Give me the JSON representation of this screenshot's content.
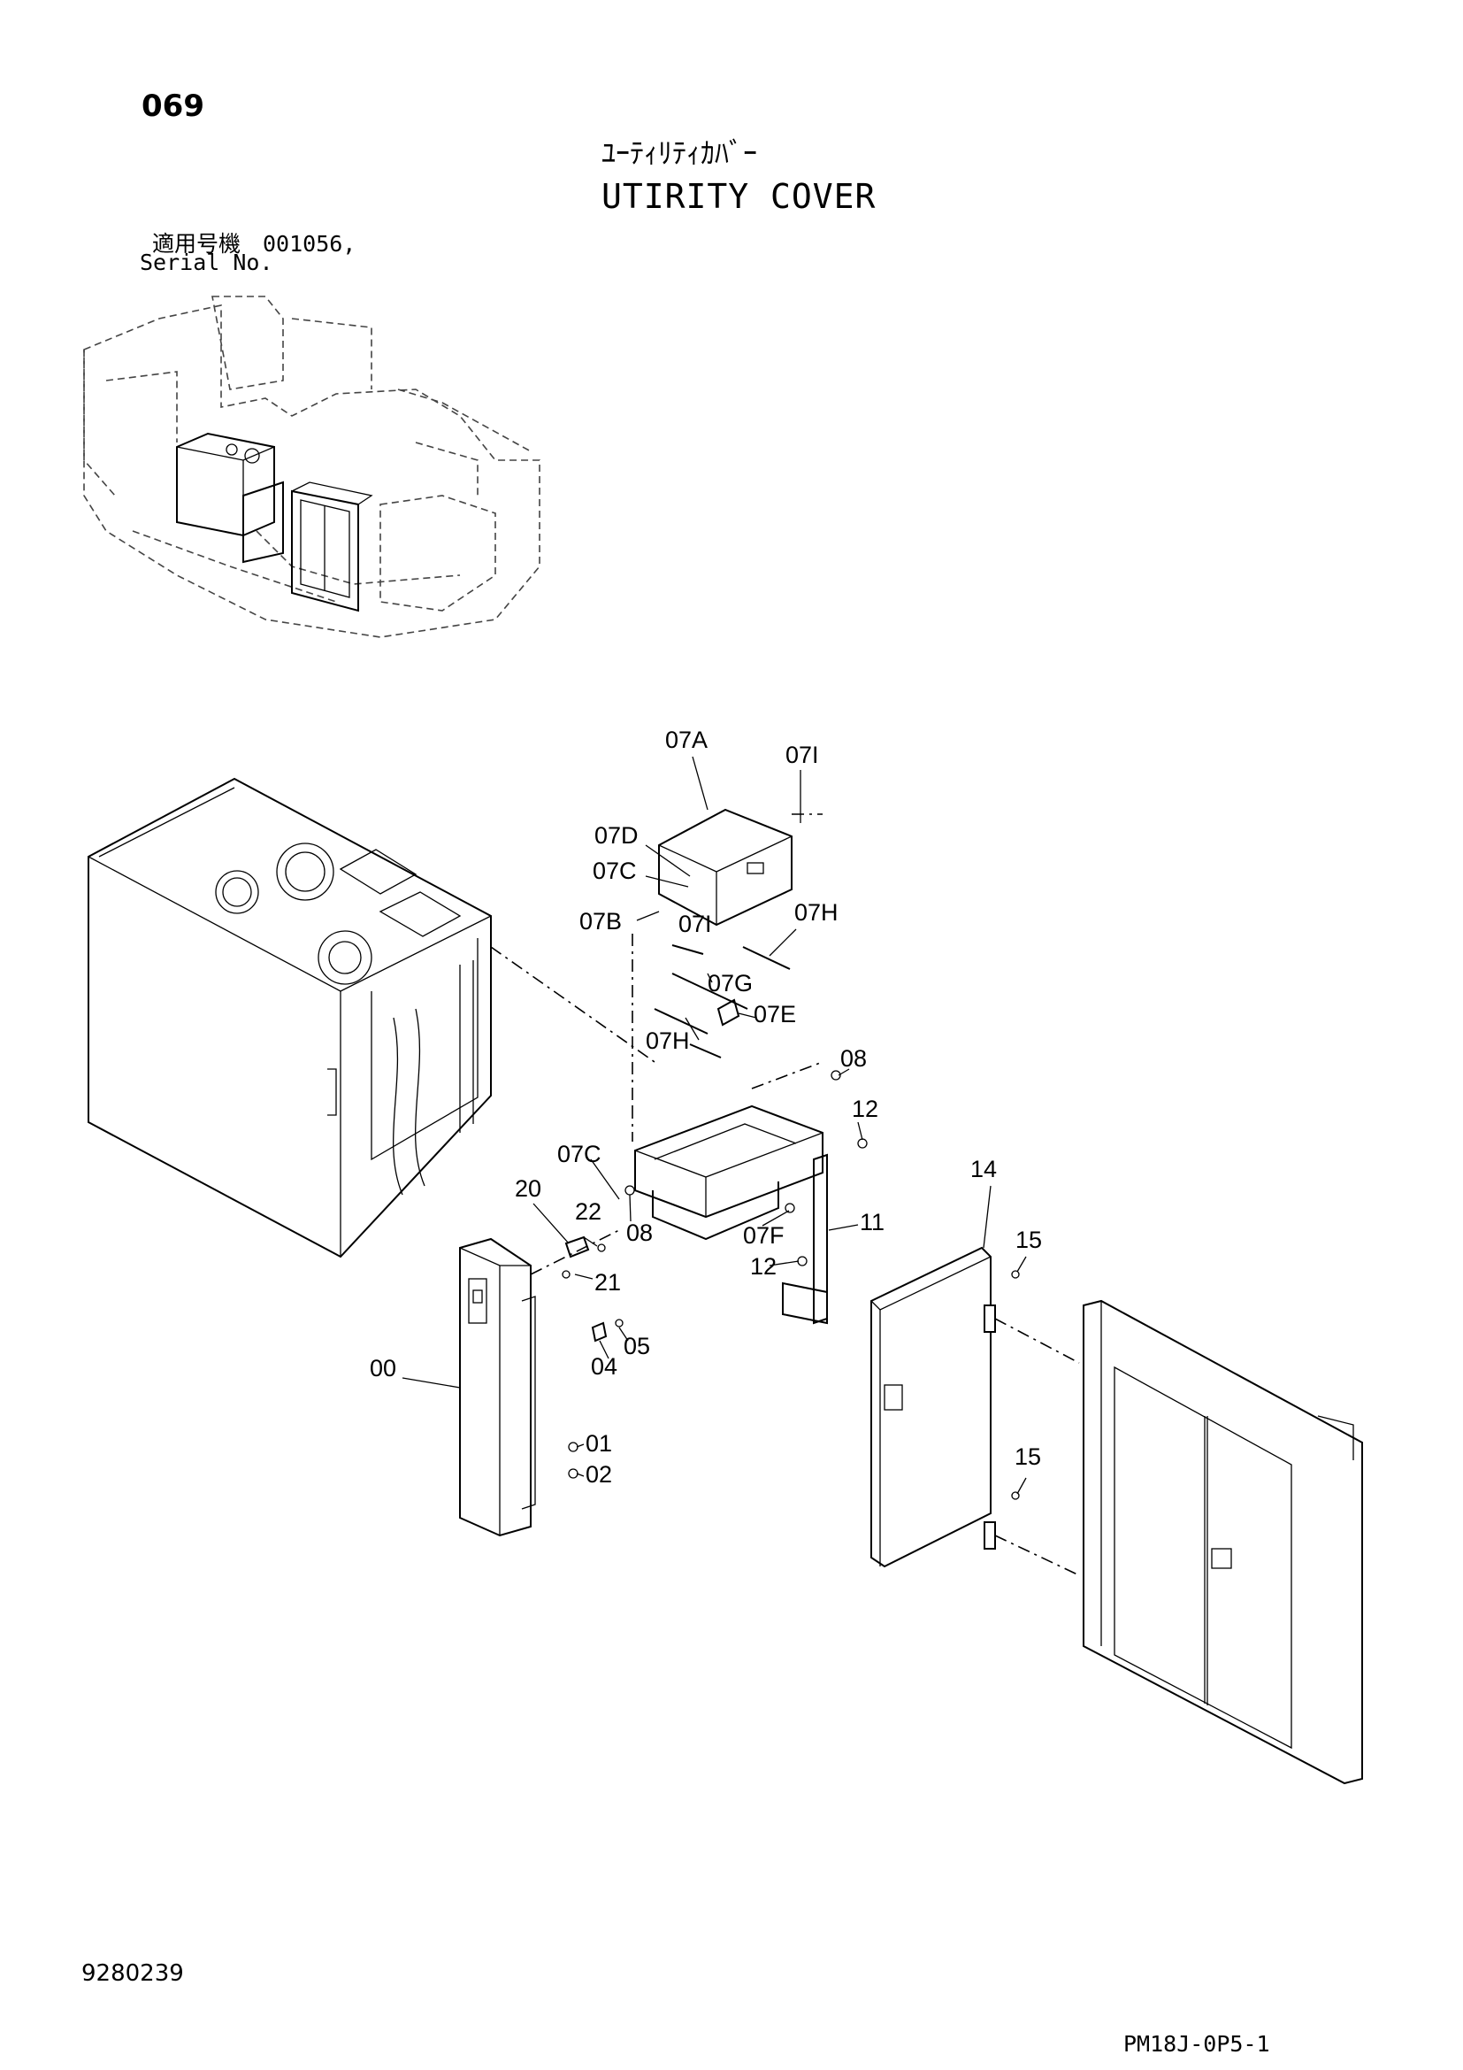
{
  "header": {
    "page_number": "069",
    "title_jp": "ﾕｰﾃｨﾘﾃｨｶﾊﾞｰ",
    "title_en": "UTIRITY COVER",
    "serial_label_jp": "適用号機　001056,",
    "serial_label_en": "Serial No."
  },
  "footer": {
    "drawing_number": "9280239",
    "sheet_code": "PM18J-0P5-1"
  },
  "callouts": {
    "c07A": "07A",
    "c07I_top": "07I",
    "c07D": "07D",
    "c07C_top": "07C",
    "c07B": "07B",
    "c07I_mid": "07I",
    "c07H_right": "07H",
    "c07G": "07G",
    "c07H_left": "07H",
    "c07E": "07E",
    "c08_top": "08",
    "c12_top": "12",
    "c07C_low": "07C",
    "c20": "20",
    "c22": "22",
    "c08_low": "08",
    "c07F": "07F",
    "c11": "11",
    "c12_low": "12",
    "c21": "21",
    "c14": "14",
    "c15_top": "15",
    "c05": "05",
    "c04": "04",
    "c00": "00",
    "c01": "01",
    "c02": "02",
    "c15_low": "15"
  }
}
